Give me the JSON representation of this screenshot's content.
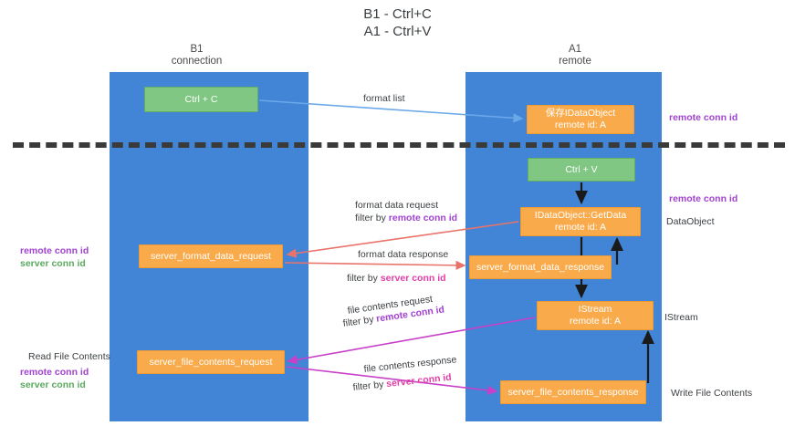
{
  "title": "B1 - Ctrl+C\nA1 - Ctrl+V",
  "columns": {
    "left": {
      "header": "B1\nconnection"
    },
    "right": {
      "header": "A1\nremote"
    }
  },
  "boxes": {
    "ctrl_c": {
      "line1": "Ctrl + C",
      "line2": "",
      "color": "#80c783"
    },
    "save_idataobject": {
      "line1": "保存IDataObject",
      "line2": "remote id: A",
      "color": "#f9aa4b"
    },
    "ctrl_v": {
      "line1": "Ctrl + V",
      "line2": "",
      "color": "#80c783"
    },
    "getdata": {
      "line1": "IDataObject::GetData",
      "line2": "remote id: A",
      "color": "#f9aa4b"
    },
    "server_format_data_request": {
      "line1": "server_format_data_request",
      "line2": "",
      "color": "#f9aa4b"
    },
    "server_format_data_response": {
      "line1": "server_format_data_response",
      "line2": "",
      "color": "#f9aa4b"
    },
    "istream": {
      "line1": "IStream",
      "line2": "remote id: A",
      "color": "#f9aa4b"
    },
    "server_file_contents_request": {
      "line1": "server_file_contents_request",
      "line2": "",
      "color": "#f9aa4b"
    },
    "server_file_contents_response": {
      "line1": "server_file_contents_response",
      "line2": "",
      "color": "#f9aa4b"
    }
  },
  "arrow_labels": {
    "format_list": "format list",
    "format_data_request": "format data request",
    "format_data_request_filter_prefix": "filter by ",
    "format_data_request_filter_key": "remote conn id",
    "format_data_response": "format data response",
    "format_data_response_filter_prefix": "filter by ",
    "format_data_response_filter_key": "server conn id",
    "file_contents_request": "file contents request",
    "file_contents_request_filter_prefix": "filter by ",
    "file_contents_request_filter_key": "remote conn id",
    "file_contents_response": "file contents response",
    "file_contents_response_filter_prefix": "filter by ",
    "file_contents_response_filter_key": "server conn id"
  },
  "side_labels": {
    "right_remote_conn_id_top": "remote conn id",
    "right_remote_conn_id_mid": "remote conn id",
    "right_dataobject": "DataObject",
    "right_istream": "IStream",
    "right_write_file_contents": "Write File Contents",
    "left_remote_conn_id_mid": "remote conn id",
    "left_server_conn_id_mid": "server conn id",
    "left_read_file_contents": "Read File Contents",
    "left_remote_conn_id_bot": "remote conn id",
    "left_server_conn_id_bot": "server conn id"
  },
  "colors": {
    "band_blue": "#4285d6",
    "green_box": "#80c783",
    "orange_box": "#f9aa4b",
    "remote_conn_id": "#a142d0",
    "server_conn_id_pink": "#e13fa6",
    "server_conn_id_green": "#5aa95f",
    "arrow_blue": "#6aa8e8",
    "arrow_red": "#e8736a",
    "arrow_magenta": "#c83fc8",
    "arrow_black": "#1a1a1a",
    "divider": "#3a3a3a",
    "text": "#3c4043"
  }
}
